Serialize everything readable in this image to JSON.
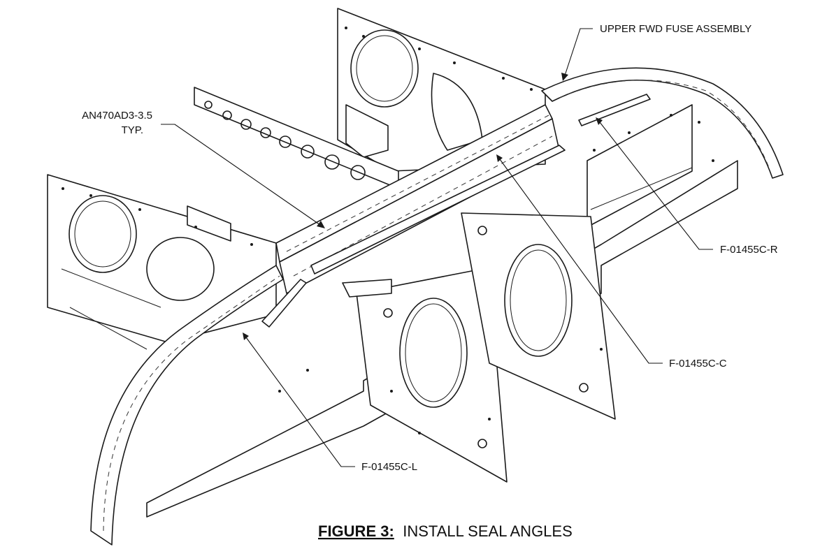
{
  "callouts": {
    "upper_fwd_fuse": "UPPER FWD FUSE ASSEMBLY",
    "rivet_line1": "AN470AD3-3.5",
    "rivet_line2": "TYP.",
    "part_r": "F-01455C-R",
    "part_c": "F-01455C-C",
    "part_l": "F-01455C-L"
  },
  "caption": {
    "label": "FIGURE 3:",
    "text": "INSTALL SEAL ANGLES"
  },
  "colors": {
    "line": "#1a1a1a",
    "background": "#ffffff"
  }
}
